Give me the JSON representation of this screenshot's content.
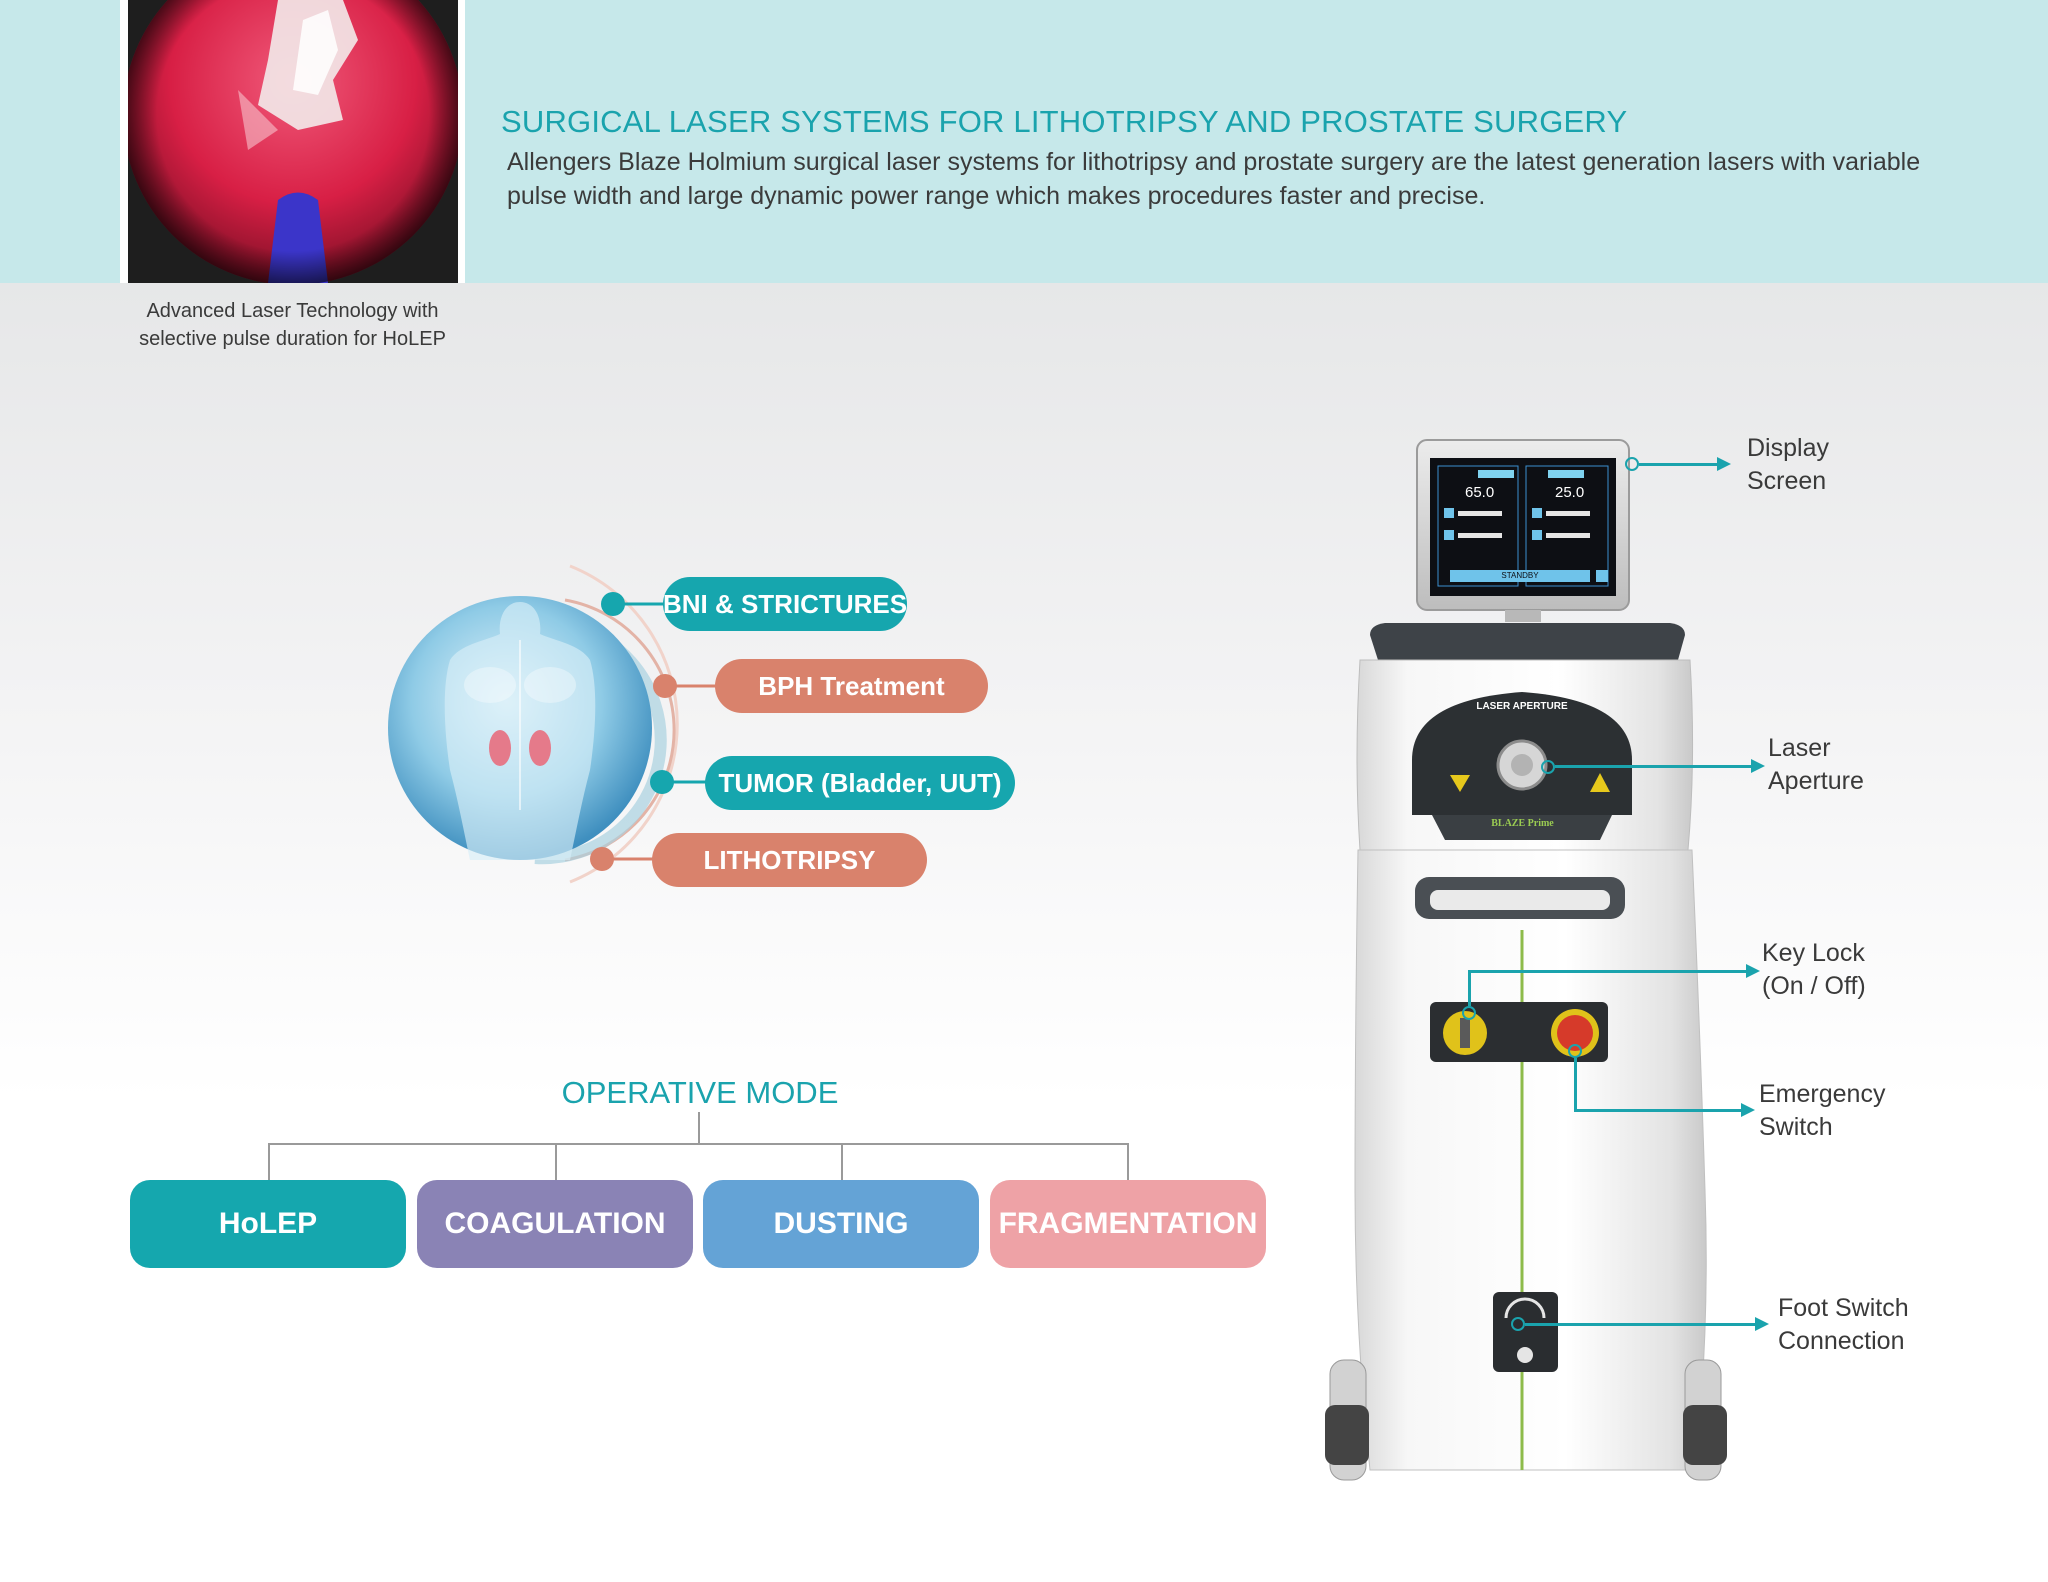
{
  "hero": {
    "caption_line1": "Advanced Laser Technology with",
    "caption_line2": "selective pulse duration for HoLEP"
  },
  "header": {
    "title": "SURGICAL LASER SYSTEMS FOR LITHOTRIPSY AND PROSTATE SURGERY",
    "description": "Allengers Blaze Holmium surgical laser systems for lithotripsy and prostate surgery are the latest generation lasers with variable pulse width and large dynamic power range which makes procedures faster and precise."
  },
  "applications": [
    {
      "label": "BNI & STRICTURES",
      "color": "#16a6ae"
    },
    {
      "label": "BPH Treatment",
      "color": "#d9826c"
    },
    {
      "label": "TUMOR (Bladder, UUT)",
      "color": "#16a6ae"
    },
    {
      "label": "LITHOTRIPSY",
      "color": "#d9826c"
    }
  ],
  "operative_mode": {
    "title": "OPERATIVE MODE",
    "modes": [
      {
        "label": "HoLEP",
        "color": "#15a7ae"
      },
      {
        "label": "COAGULATION",
        "color": "#8a83b5"
      },
      {
        "label": "DUSTING",
        "color": "#64a3d6"
      },
      {
        "label": "FRAGMENTATION",
        "color": "#eea2a6"
      }
    ]
  },
  "device": {
    "screen": {
      "value_left": "65.0",
      "value_right": "25.0",
      "standby": "STANDBY"
    },
    "aperture_label": "LASER APERTURE",
    "brand_label": "BLAZE Prime"
  },
  "callouts": {
    "display_screen": {
      "line1": "Display",
      "line2": "Screen"
    },
    "laser_aperture": {
      "line1": "Laser",
      "line2": "Aperture"
    },
    "key_lock": {
      "line1": "Key Lock",
      "line2": "(On / Off)"
    },
    "emergency_switch": {
      "line1": "Emergency",
      "line2": "Switch"
    },
    "foot_switch": {
      "line1": "Foot Switch",
      "line2": "Connection"
    }
  }
}
